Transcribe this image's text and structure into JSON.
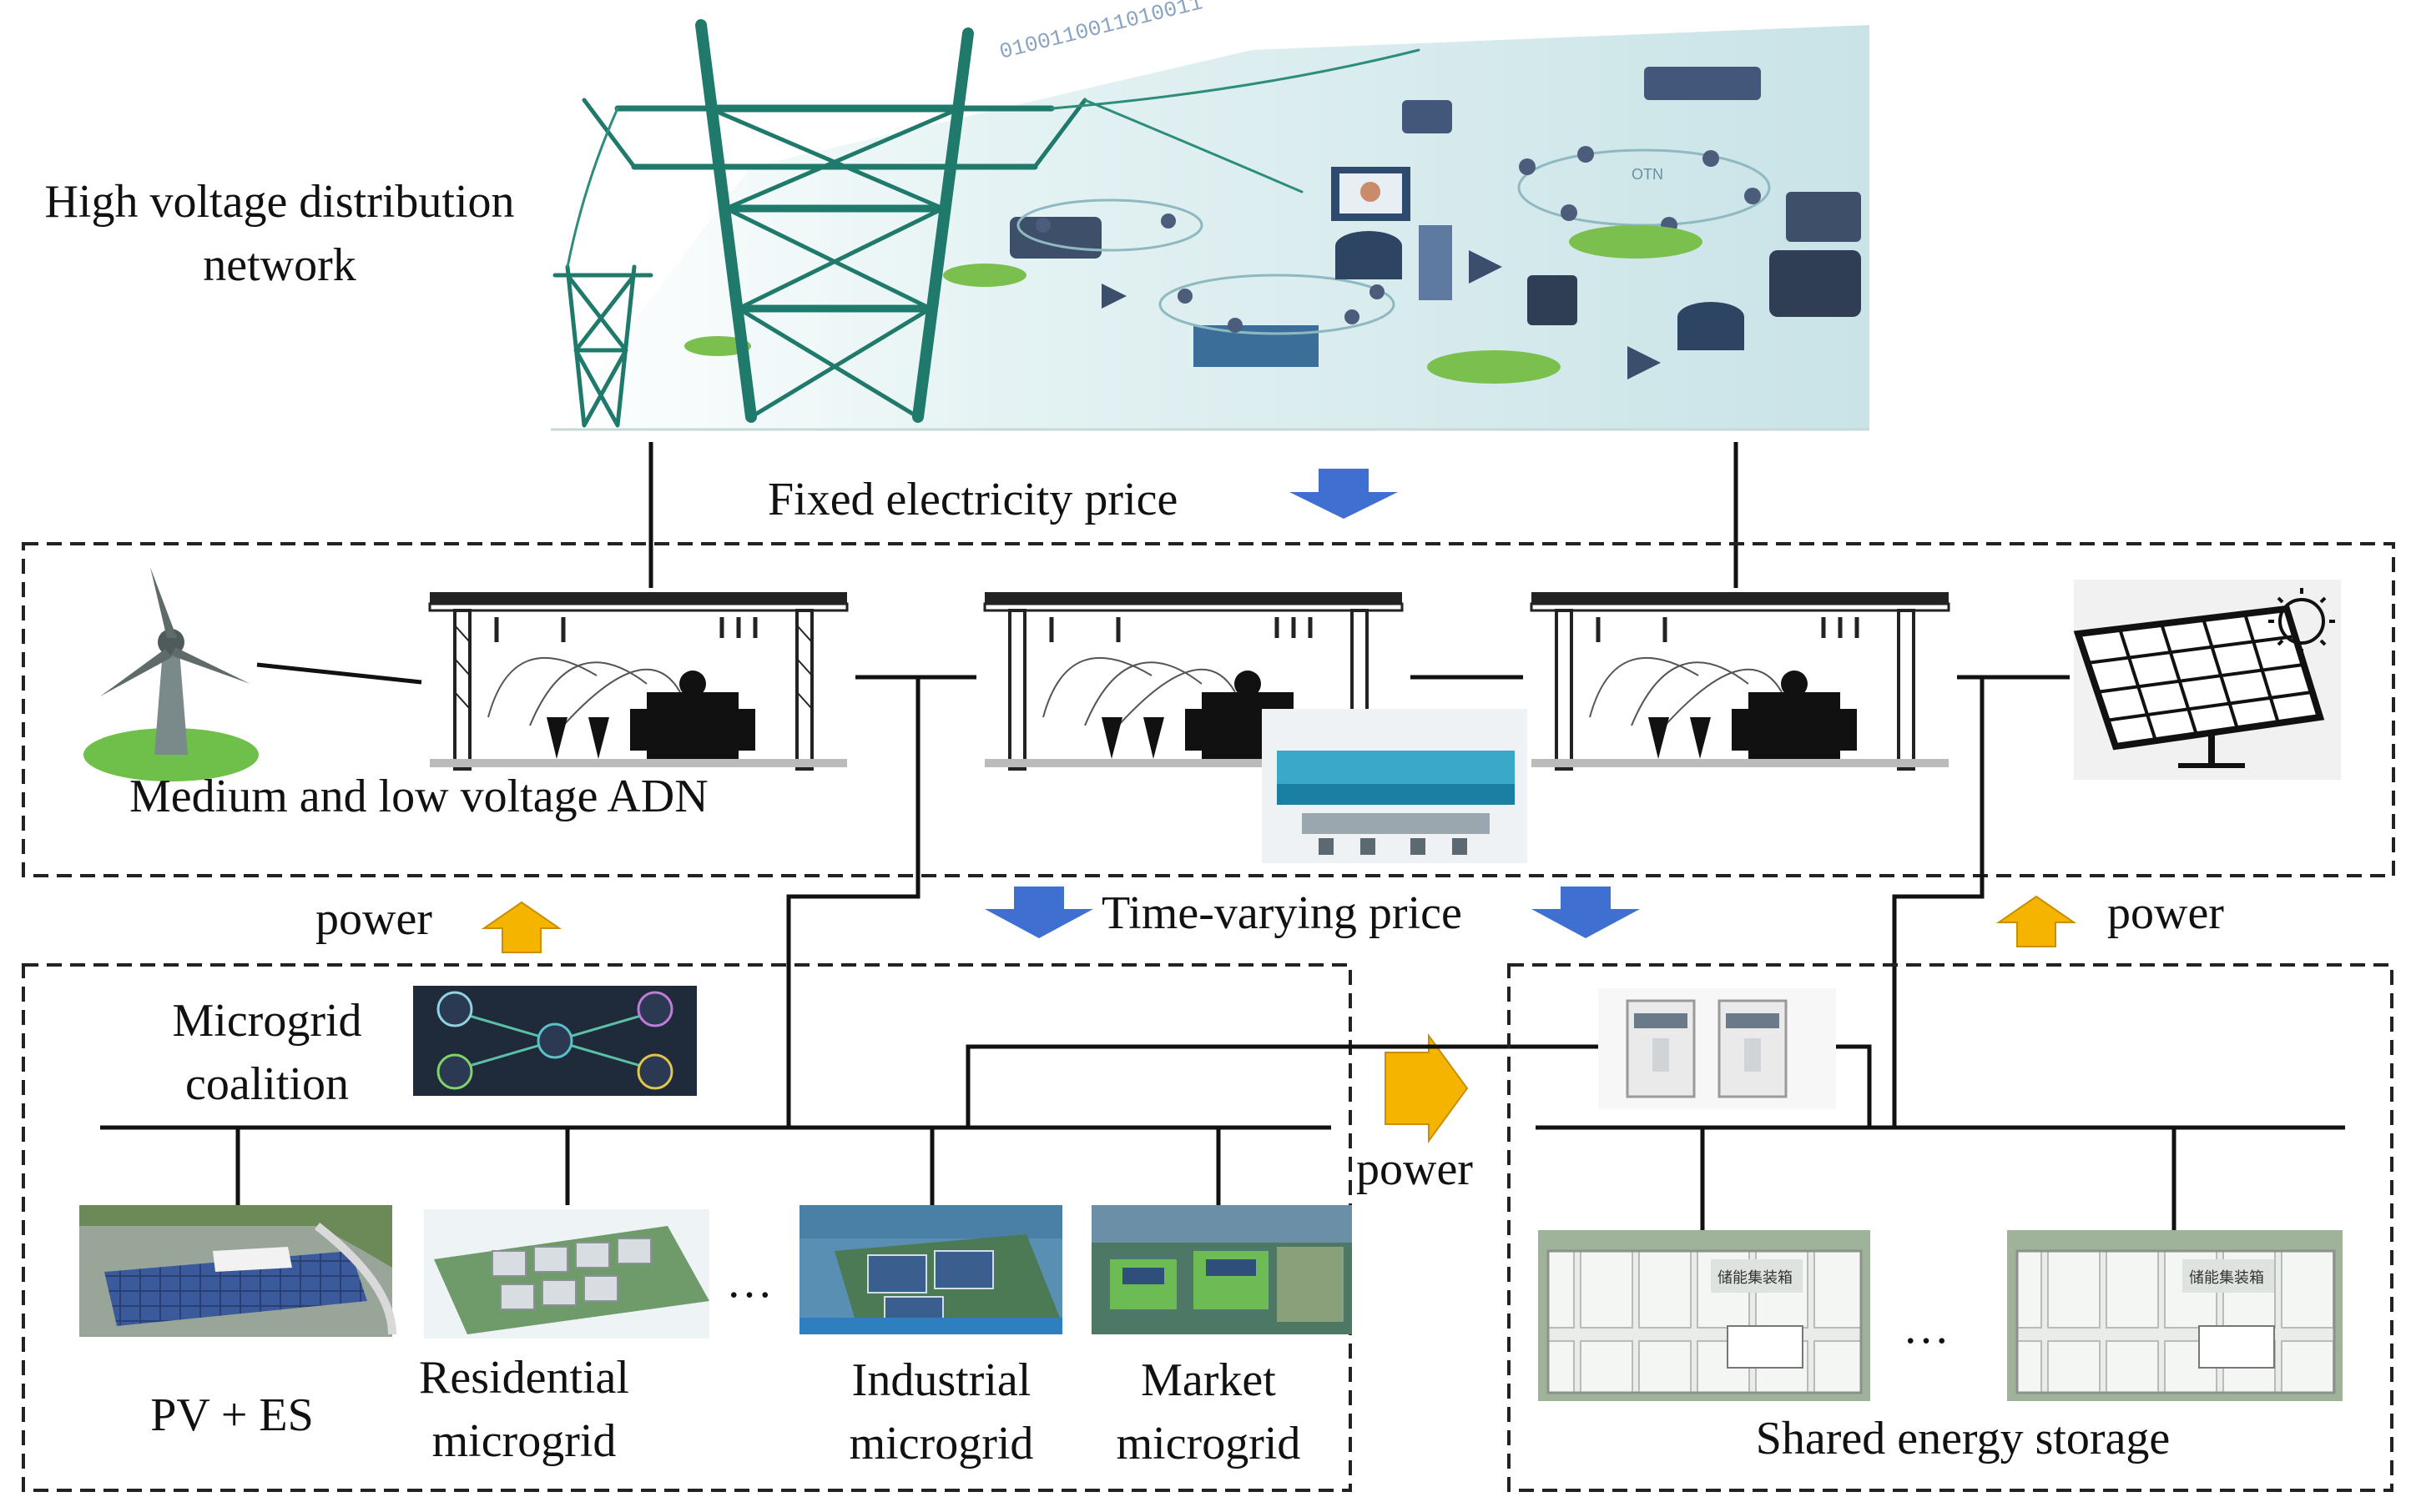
{
  "labels": {
    "high_voltage": [
      "High voltage distribution",
      "network"
    ],
    "fixed_price": "Fixed electricity price",
    "adn": "Medium and low voltage ADN",
    "time_varying_price": "Time-varying price",
    "power_left": "power",
    "power_middle": "power",
    "power_right": "power",
    "microgrid_coalition": [
      "Microgrid",
      "coalition"
    ],
    "pv_es": "PV + ES",
    "residential": [
      "Residential",
      "microgrid"
    ],
    "industrial": [
      "Industrial",
      "microgrid"
    ],
    "market": [
      "Market",
      "microgrid"
    ],
    "shared_storage": "Shared energy storage",
    "ellipsis_microgrids": "…",
    "ellipsis_storage": "…",
    "otn_label": "OTN",
    "storage_label": "储能集装箱"
  },
  "colors": {
    "arrow_blue": "#3f6fd1",
    "arrow_orange": "#f5b400",
    "tower_green": "#1f7a6b",
    "network_bg": "#d7ecef",
    "grass": "#6fc04a",
    "panel_dark": "#1f2a3a",
    "line": "#111111",
    "dash": "#222222"
  },
  "icons": [
    "transmission-tower-icon",
    "wind-turbine-icon",
    "substation-icon",
    "solar-panel-icon",
    "control-room-icon",
    "microgrid-network-icon",
    "energy-storage-cabinet-icon",
    "container-storage-icon"
  ]
}
